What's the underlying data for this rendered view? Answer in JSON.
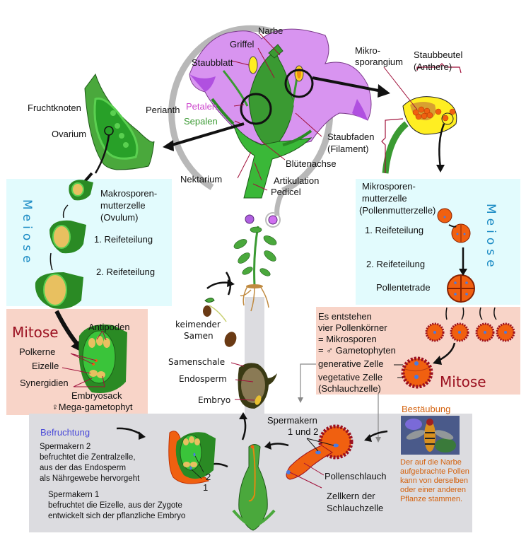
{
  "title": "Doppelte Befruchtung bei Bedecktsamern",
  "colors": {
    "meiose_bg": "#e2fbfd",
    "mitose_bg": "#f8d4c8",
    "befruchtung_bg": "#dcdce0",
    "meiose_text": "#1a8ac4",
    "mitose_text": "#9b1020",
    "petalen": "#cc44cc",
    "sepalen": "#3a9a32",
    "befruchtung_title": "#4a4ad8",
    "bestaeubung": "#d4620e",
    "petal_fill": "#d894f0",
    "leaf_green": "#4aa83c",
    "pollen_orange": "#f06010"
  },
  "flower": {
    "narbe": "Narbe",
    "griffel": "Griffel",
    "staubblatt": "Staubblatt",
    "perianth": "Perianth",
    "petalen": "Petalen",
    "sepalen": "Sepalen",
    "staubfaden_1": "Staubfaden",
    "staubfaden_2": "(Filament)",
    "bluetenachse": "Blütenachse",
    "nektarium": "Nektarium",
    "artikulation": "Artikulation",
    "pedicel": "Pedicel"
  },
  "anther": {
    "mikro_1": "Mikro-",
    "mikro_2": "sporangium",
    "staubbeutel_1": "Staubbeutel",
    "staubbeutel_2": "(Anthere)"
  },
  "ovary": {
    "fruchtknoten": "Fruchtknoten",
    "ovarium": "Ovarium"
  },
  "female_meiose": {
    "title": "Meiose",
    "makro_1": "Makrosporen-",
    "makro_2": "mutterzelle",
    "makro_3": "(Ovulum)",
    "step1": "1. Reifeteilung",
    "step2": "2. Reifeteilung"
  },
  "female_mitose": {
    "title": "Mitose",
    "antipoden": "Antipoden",
    "polkerne": "Polkerne",
    "eizelle": "Eizelle",
    "synergidien": "Synergidien",
    "embryosack": "Embryosack",
    "megagametophyt": "♀Mega-gametophyt"
  },
  "male_meiose": {
    "title": "Meiose",
    "mikro_1": "Mikrosporen-",
    "mikro_2": "mutterzelle",
    "mikro_3": "(Pollenmutterzelle)",
    "step1": "1. Reifeteilung",
    "step2": "2. Reifeteilung",
    "tetrade": "Pollentetrade"
  },
  "male_mitose": {
    "title": "Mitose",
    "line1": "Es entstehen",
    "line2": "vier Pollenkörner",
    "line3": "= Mikrosporen",
    "line4": "= ♂ Gametophyten",
    "generative": "generative Zelle",
    "vegetative": "vegetative Zelle",
    "schlauchzelle": "(Schlauchzelle)"
  },
  "seed": {
    "keimender_1": "keimender",
    "keimender_2": "Samen",
    "samenschale": "Samenschale",
    "endosperm": "Endosperm",
    "embryo": "Embryo"
  },
  "befruchtung": {
    "title": "Befruchtung",
    "sk2_title": "Spermakern 2",
    "sk2_1": "befruchtet die Zentralzelle,",
    "sk2_2": "aus der das Endosperm",
    "sk2_3": "als Nährgewebe hervorgeht",
    "sk1_title": "Spermakern 1",
    "sk1_1": "befruchtet die Eizelle, aus der Zygote",
    "sk1_2": "entwickelt sich der pflanzliche Embryo",
    "num2": "2",
    "num1": "1"
  },
  "pollen_tube": {
    "spermakern_1": "Spermakern",
    "spermakern_2": "1 und 2",
    "pollenschlauch": "Pollenschlauch",
    "zellkern_1": "Zellkern der",
    "zellkern_2": "Schlauchzelle"
  },
  "bestaeubung": {
    "title": "Bestäubung",
    "photo_alt": "Schwebfliege auf Blüte",
    "text_1": "Der auf die Narbe",
    "text_2": "aufgebrachte Pollen",
    "text_3": "kann von derselben",
    "text_4": "oder einer anderen",
    "text_5": "Pflanze stammen."
  }
}
